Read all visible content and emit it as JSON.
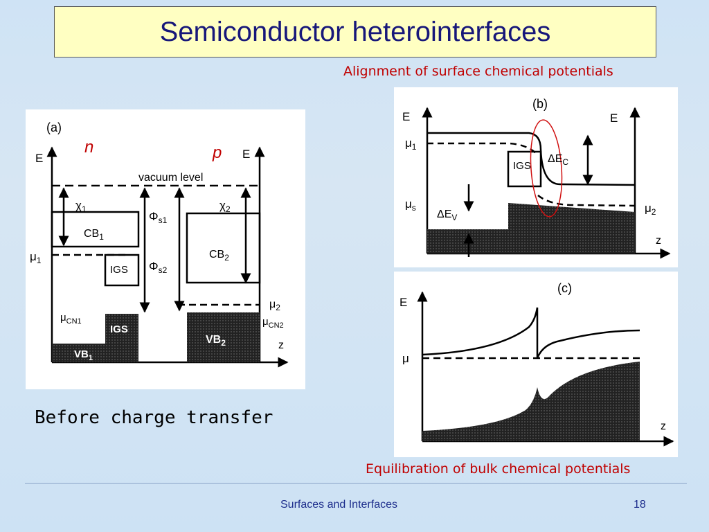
{
  "title": "Semiconductor heterointerfaces",
  "captions": {
    "alignment": "Alignment of surface chemical potentials",
    "before": "Before charge transfer",
    "equilibration": "Equilibration of bulk chemical potentials"
  },
  "panel_a": {
    "label": "(a)",
    "n": "n",
    "p": "p",
    "E_left": "E",
    "E_right": "E",
    "vacuum": "vacuum level",
    "chi1": "χ",
    "chi1_sub": "1",
    "chi2": "χ",
    "chi2_sub": "2",
    "phis1": "Φ",
    "phis1_sub": "s1",
    "phis2": "Φ",
    "phis2_sub": "s2",
    "cb1": "CB",
    "cb1_sub": "1",
    "cb2": "CB",
    "cb2_sub": "2",
    "mu1": "μ",
    "mu1_sub": "1",
    "igs_left": "IGS",
    "igs_dark": "IGS",
    "mucn1": "μ",
    "mucn1_sub": "CN1",
    "vb1": "VB",
    "vb1_sub": "1",
    "vb2": "VB",
    "vb2_sub": "2",
    "mu2": "μ",
    "mu2_sub": "2",
    "mucn2": "μ",
    "mucn2_sub": "CN2",
    "z": "z"
  },
  "panel_b": {
    "label": "(b)",
    "E_left": "E",
    "E_right": "E",
    "mu1": "μ",
    "mu1_sub": "1",
    "mus": "μ",
    "mus_sub": "s",
    "igs": "IGS",
    "dEc": "ΔE",
    "dEc_sub": "C",
    "dEv": "ΔE",
    "dEv_sub": "V",
    "mu2": "μ",
    "mu2_sub": "2",
    "z": "z"
  },
  "panel_c": {
    "label": "(c)",
    "E": "E",
    "mu": "μ",
    "z": "z"
  },
  "footer": {
    "center": "Surfaces and  Interfaces",
    "page": "18"
  },
  "colors": {
    "title_text": "#17177a",
    "title_bg": "#ffffc2",
    "caption_red": "#c00000",
    "footer_text": "#1d2d8c"
  }
}
